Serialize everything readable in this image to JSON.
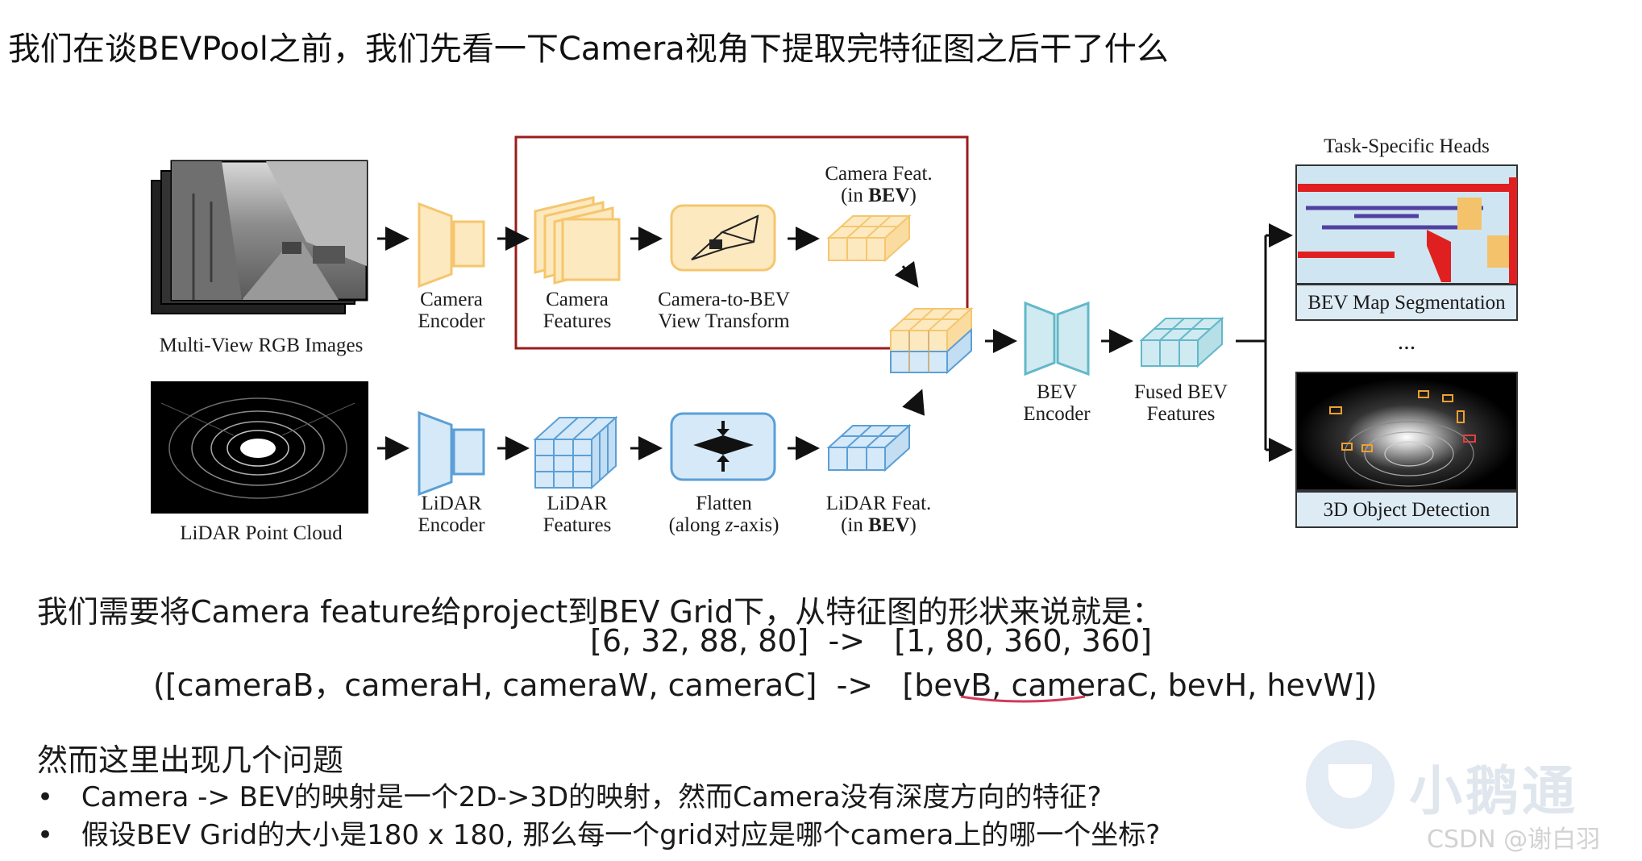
{
  "title": "我们在谈BEVPool之前，我们先看一下Camera视角下提取完特征图之后干了什么",
  "diagram": {
    "labels": {
      "multi_view": "Multi-View RGB Images",
      "camera_encoder_1": "Camera",
      "camera_encoder_2": "Encoder",
      "camera_features_1": "Camera",
      "camera_features_2": "Features",
      "cam2bev_1": "Camera-to-BEV",
      "cam2bev_2": "View Transform",
      "camfeat_1": "Camera Feat.",
      "camfeat_2a": "(in ",
      "camfeat_2b": "BEV",
      "camfeat_2c": ")",
      "lidar_cloud": "LiDAR Point Cloud",
      "lidar_encoder_1": "LiDAR",
      "lidar_encoder_2": "Encoder",
      "lidar_features_1": "LiDAR",
      "lidar_features_2": "Features",
      "flatten_1": "Flatten",
      "flatten_2a": "(along ",
      "flatten_2b": "z",
      "flatten_2c": "-axis)",
      "lidarfeat_1": "LiDAR Feat.",
      "lidarfeat_2a": "(in ",
      "lidarfeat_2b": "BEV",
      "lidarfeat_2c": ")",
      "bev_encoder_1": "BEV",
      "bev_encoder_2": "Encoder",
      "fused_1": "Fused BEV",
      "fused_2": "Features",
      "task_heads": "Task-Specific Heads",
      "bev_map_seg": "BEV Map Segmentation",
      "ellipsis": "...",
      "det3d": "3D Object Detection"
    }
  },
  "text": {
    "line1": "我们需要将Camera feature给project到BEV Grid下，从特征图的形状来说就是：",
    "line2": "[6, 32, 88, 80]  ->   [1, 80, 360, 360]",
    "line3a": "([cameraB，cameraH, cameraW, cameraC]  ->   [bevB, ",
    "line3b": "cameraC",
    "line3c": ", bevH, hevW])",
    "q_title": "然而这里出现几个问题",
    "bullets": [
      "Camera -> BEV的映射是一个2D->3D的映射，然而Camera没有深度方向的特征?",
      "假设BEV Grid的大小是180 x 180, 那么每一个grid对应是哪个camera上的哪一个坐标?"
    ],
    "bullet_char": "•"
  },
  "watermark": {
    "brand": "小鹅通",
    "csdn": "CSDN @谢白羽"
  },
  "colors": {
    "camera_orange": "#f5c66e",
    "camera_orange_fill": "#fde9bf",
    "lidar_blue": "#5b9fd6",
    "lidar_blue_fill": "#d6e9f8",
    "bev_teal": "#63b8c9",
    "bev_teal_fill": "#cfeaf0",
    "highlight_red": "#9b1c1c",
    "underline_red": "#d23a5a"
  }
}
